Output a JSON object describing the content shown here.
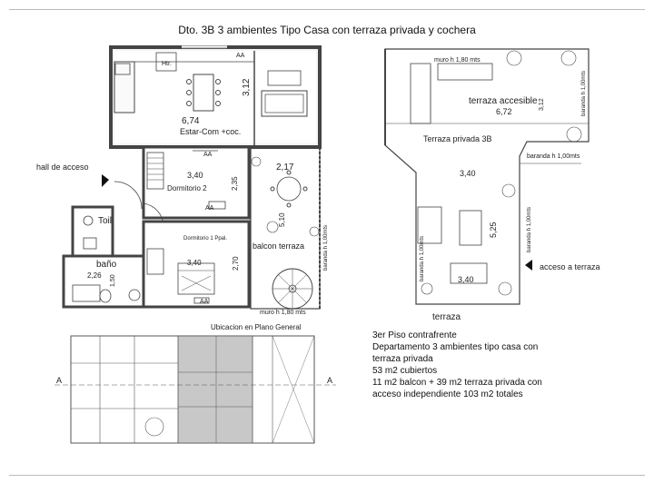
{
  "title": "Dto. 3B  3 ambientes Tipo Casa  con terraza privada y cochera",
  "main_plan": {
    "aa_top": "AA",
    "htr": "Htr.",
    "estar_dim_w": "6,74",
    "estar_dim_h": "3,12",
    "estar_label": "Estar-Com +coc.",
    "aa_mid": "AA",
    "dorm2_dim_w": "3,40",
    "dorm2_dim_h": "2,35",
    "dorm2_label": "Dormitorio 2",
    "aa_dorm2": "AA",
    "hall_label": "hall de acceso",
    "balcon_dim_w": "2,17",
    "balcon_dim_h": "5,10",
    "balcon_label": "balcon terraza",
    "baranda_balcon": "baranda h 1,00mts",
    "toil_label": "Toil",
    "dorm1_label": "Dormitorio 1 Ppal.",
    "dorm1_dim_w": "3,40",
    "dorm1_dim_h": "2,70",
    "bano_label": "baño",
    "bano_dim_w": "2,26",
    "bano_dim_h": "1,50",
    "aa_dorm1": "AA",
    "muro_bottom": "muro h 1,80 mts"
  },
  "terrace_plan": {
    "muro_top": "muro h 1,80 mts",
    "terraza_accesible": "terraza accesible",
    "acc_dim_w": "6,72",
    "acc_dim_h": "3,12",
    "baranda_right_top": "baranda h 1,00mts",
    "terraza_privada": "Terraza privada 3B",
    "baranda_mid": "baranda h 1,00mts",
    "priv_dim_w": "3,40",
    "priv_dim_h": "5,25",
    "baranda_right": "baranda h 1,00mts",
    "baranda_left": "baranda h 1,00mts",
    "acceso_label": "acceso a terraza",
    "priv_dim_w2": "3,40",
    "terraza_label": "terraza"
  },
  "general_plan": {
    "title": "Ubicacion en Plano General",
    "marker_left": "A",
    "marker_right": "A"
  },
  "description": {
    "line1": "3er Piso  contrafrente",
    "line2": "Departamento 3 ambientes tipo casa con\nterraza privada",
    "line3": "53 m2 cubiertos",
    "line4": "11 m2 balcon + 39 m2 terraza privada con\nacceso independiente 103 m2 totales"
  }
}
